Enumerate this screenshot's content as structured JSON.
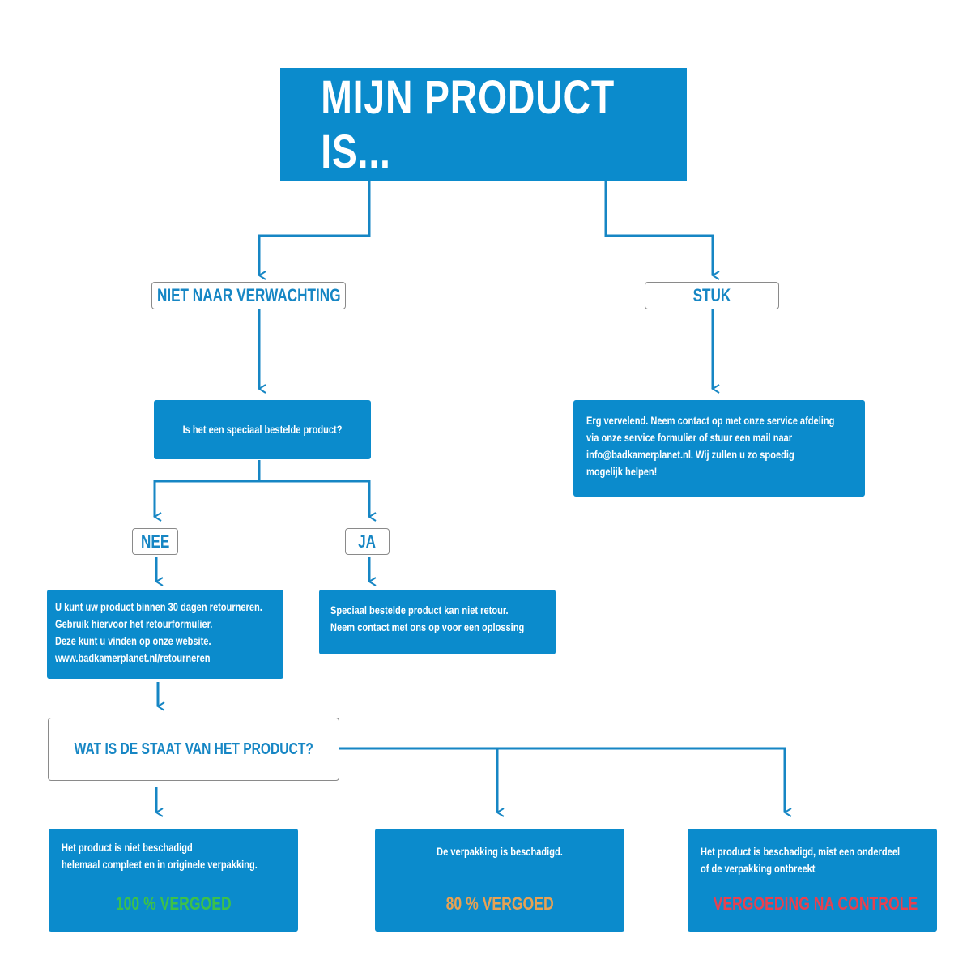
{
  "title": "MIJN PRODUCT IS...",
  "branches": {
    "left": "NIET NAAR VERWACHTING",
    "right": "STUK"
  },
  "question_special": "Is het een speciaal bestelde product?",
  "broken_info": [
    "Erg vervelend. Neem contact op met onze service afdeling",
    "via onze service formulier of stuur een mail naar",
    "info@badkamerplanet.nl. Wij zullen u zo spoedig",
    "mogelijk helpen!"
  ],
  "answers": {
    "no": "NEE",
    "yes": "JA"
  },
  "return_info": [
    "U kunt uw product binnen 30 dagen retourneren.",
    "Gebruik hiervoor het retourformulier.",
    "Deze kunt u vinden op onze website.",
    "www.badkamerplanet.nl/retourneren"
  ],
  "special_info": [
    "Speciaal bestelde product kan niet retour.",
    "Neem contact met ons op voor een oplossing"
  ],
  "question_state": "WAT IS DE STAAT VAN HET PRODUCT?",
  "outcomes": [
    {
      "lines": [
        "Het product is niet beschadigd",
        "helemaal compleet en in originele verpakking."
      ],
      "verdict": "100 % VERGOED",
      "color": "#3cc14a"
    },
    {
      "lines": [
        "De verpakking is beschadigd."
      ],
      "verdict": "80 % VERGOED",
      "color": "#e8a253"
    },
    {
      "lines": [
        "Het product is beschadigd, mist een onderdeel",
        "of de verpakking ontbreekt"
      ],
      "verdict": "VERGOEDING NA CONTROLE",
      "color": "#e8414f"
    }
  ],
  "colors": {
    "box": "#0b8bcc",
    "connector": "#1686c4",
    "outline_text": "#1686c4"
  }
}
